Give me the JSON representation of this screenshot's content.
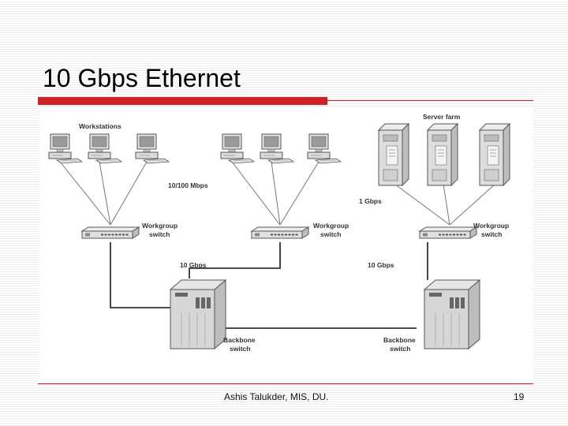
{
  "slide": {
    "title": "10 Gbps Ethernet",
    "footer_author": "Ashis Talukder, MIS, DU.",
    "page_number": "19",
    "accent_color": "#d21f24"
  },
  "diagram": {
    "labels": {
      "workstations": "Workstations",
      "server_farm": "Server farm",
      "speed_10_100": "10/100 Mbps",
      "speed_1g": "1 Gbps",
      "speed_10g_left": "10 Gbps",
      "speed_10g_right": "10 Gbps",
      "wg_switch_1_a": "Workgroup",
      "wg_switch_1_b": "switch",
      "wg_switch_2_a": "Workgroup",
      "wg_switch_2_b": "switch",
      "wg_switch_3_a": "Workgroup",
      "wg_switch_3_b": "switch",
      "bb_switch_1_a": "Backbone",
      "bb_switch_1_b": "switch",
      "bb_switch_2_a": "Backbone",
      "bb_switch_2_b": "switch"
    },
    "nodes": {
      "workstations": 6,
      "servers": 3,
      "workgroup_switches": 3,
      "backbone_switches": 2
    }
  }
}
